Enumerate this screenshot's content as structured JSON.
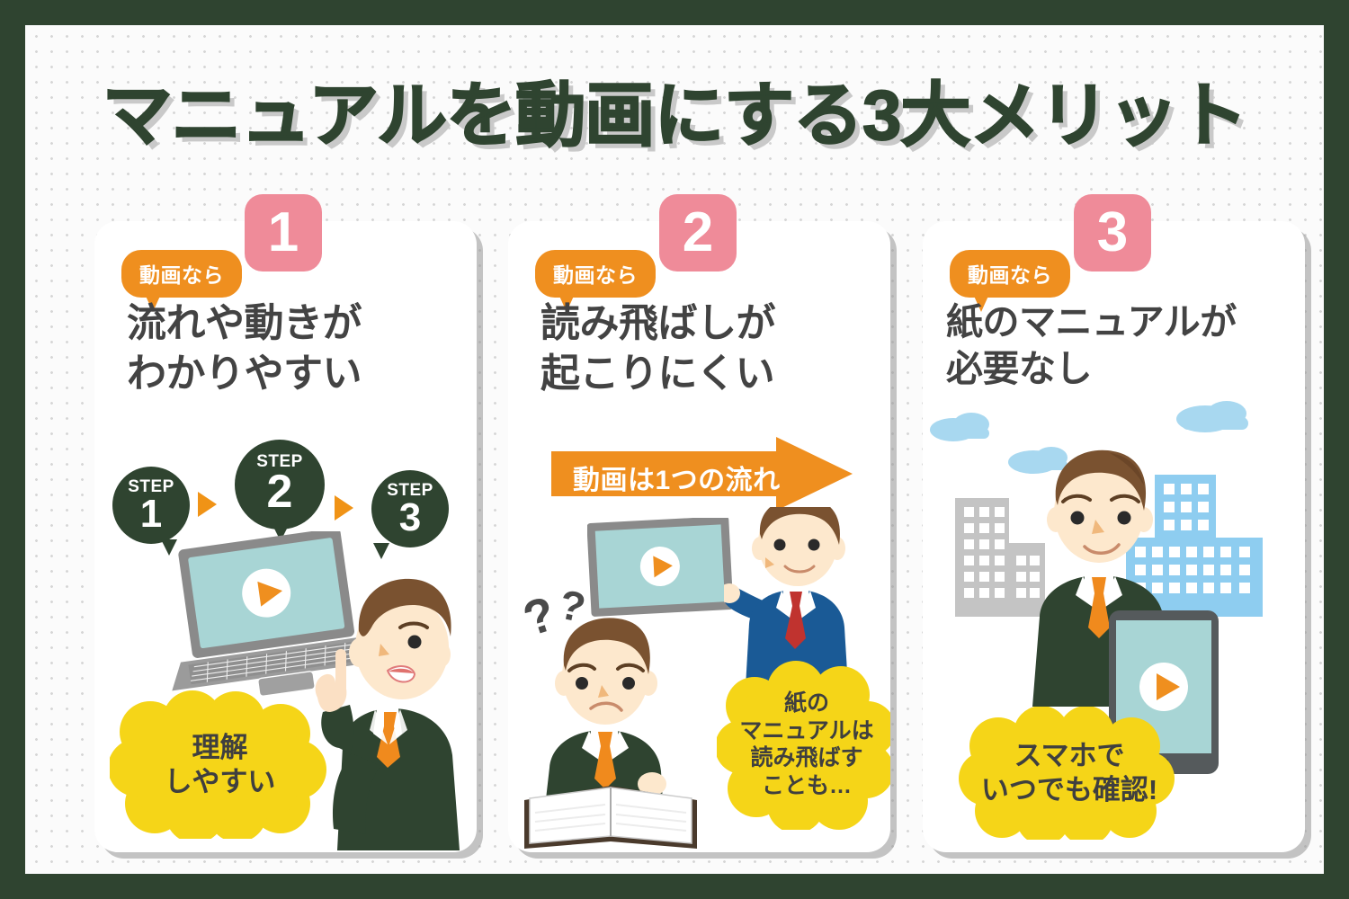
{
  "page": {
    "title": "マニュアルを動画にする3大メリット",
    "border_color": "#2f4430",
    "background_color": "#fbfbfb",
    "accent_orange": "#ef8f1f",
    "accent_pink": "#ef8b99",
    "accent_yellow": "#f5d518",
    "accent_green": "#2f4430"
  },
  "cards": [
    {
      "badge": "1",
      "tag": "動画なら",
      "heading_line1": "流れや動きが",
      "heading_line2": "わかりやすい",
      "steps": [
        {
          "label": "STEP",
          "number": "1"
        },
        {
          "label": "STEP",
          "number": "2"
        },
        {
          "label": "STEP",
          "number": "3"
        }
      ],
      "burst_line1": "理解",
      "burst_line2": "しやすい",
      "icons": {
        "device": "laptop-icon",
        "play": "play-icon",
        "person": "pointing-businessman-illustration"
      }
    },
    {
      "badge": "2",
      "tag": "動画なら",
      "heading_line1": "読み飛ばしが",
      "heading_line2": "起こりにくい",
      "banner_text": "動画は1つの流れ",
      "question_marks": "??",
      "burst_line1": "紙の",
      "burst_line2": "マニュアルは",
      "burst_line3": "読み飛ばす",
      "burst_line4": "ことも…",
      "icons": {
        "device": "monitor-icon",
        "play": "play-icon",
        "person_presenter": "presenting-businessman-illustration",
        "person_confused": "confused-businessman-with-book-illustration",
        "book": "open-book-icon"
      }
    },
    {
      "badge": "3",
      "tag": "動画なら",
      "heading_line1": "紙のマニュアルが",
      "heading_line2": "必要なし",
      "burst_line1": "スマホで",
      "burst_line2": "いつでも確認!",
      "icons": {
        "device": "tablet-icon",
        "play": "play-icon",
        "person": "businessman-holding-tablet-illustration",
        "buildings": "city-buildings-icon",
        "clouds": "cloud-icon"
      }
    }
  ]
}
